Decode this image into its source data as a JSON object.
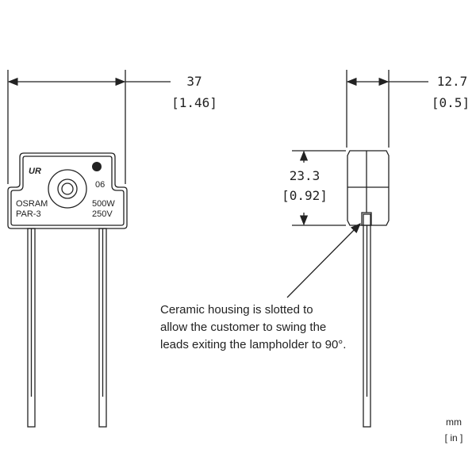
{
  "left_view": {
    "width_mm": "37",
    "width_in": "[1.46]",
    "brand": "OSRAM",
    "model": "PAR-3",
    "code": "06",
    "wattage": "500W",
    "voltage": "250V",
    "cert_mark": "UR"
  },
  "right_view": {
    "depth_mm": "12.7",
    "depth_in": "[0.5]",
    "height_mm": "23.3",
    "height_in": "[0.92]"
  },
  "callout": {
    "lines": [
      "Ceramic housing is slotted to",
      "allow the customer to swing the",
      "leads exiting the lampholder to 90°."
    ]
  },
  "units": {
    "primary": "mm",
    "secondary": "[ in ]"
  }
}
